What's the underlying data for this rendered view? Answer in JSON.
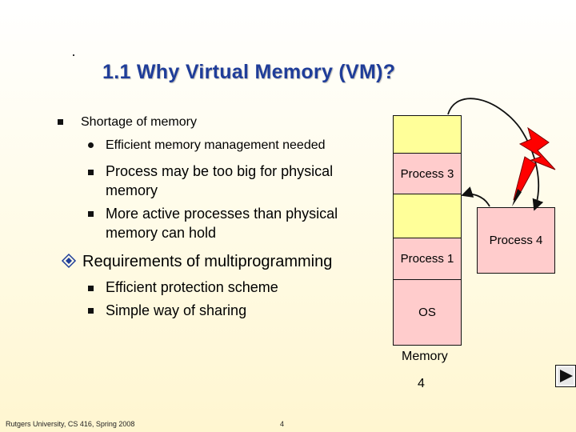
{
  "slide": {
    "title": "1.1 Why Virtual Memory (VM)?",
    "bullets": {
      "b1": "Shortage of memory",
      "b1_1": "Efficient memory management needed",
      "b1_2a": "Process may be too big for physical",
      "b1_2b": "memory",
      "b1_3a": "More active processes than physical",
      "b1_3b": "memory can hold",
      "b2": "Requirements of multiprogramming",
      "b2_1": "Efficient protection scheme",
      "b2_2": "Simple way of sharing"
    },
    "diagram": {
      "process3": "Process 3",
      "process1": "Process 1",
      "os": "OS",
      "process4": "Process 4",
      "memory_caption": "Memory"
    },
    "page_number": "4",
    "footer_left": "Rutgers University, CS 416, Spring 2008",
    "footer_center": "4"
  },
  "colors": {
    "title": "#1f3d99",
    "memory_yellow": "#ffff99",
    "process_pink": "#ffcccc",
    "bolt_red": "#ff0000"
  }
}
